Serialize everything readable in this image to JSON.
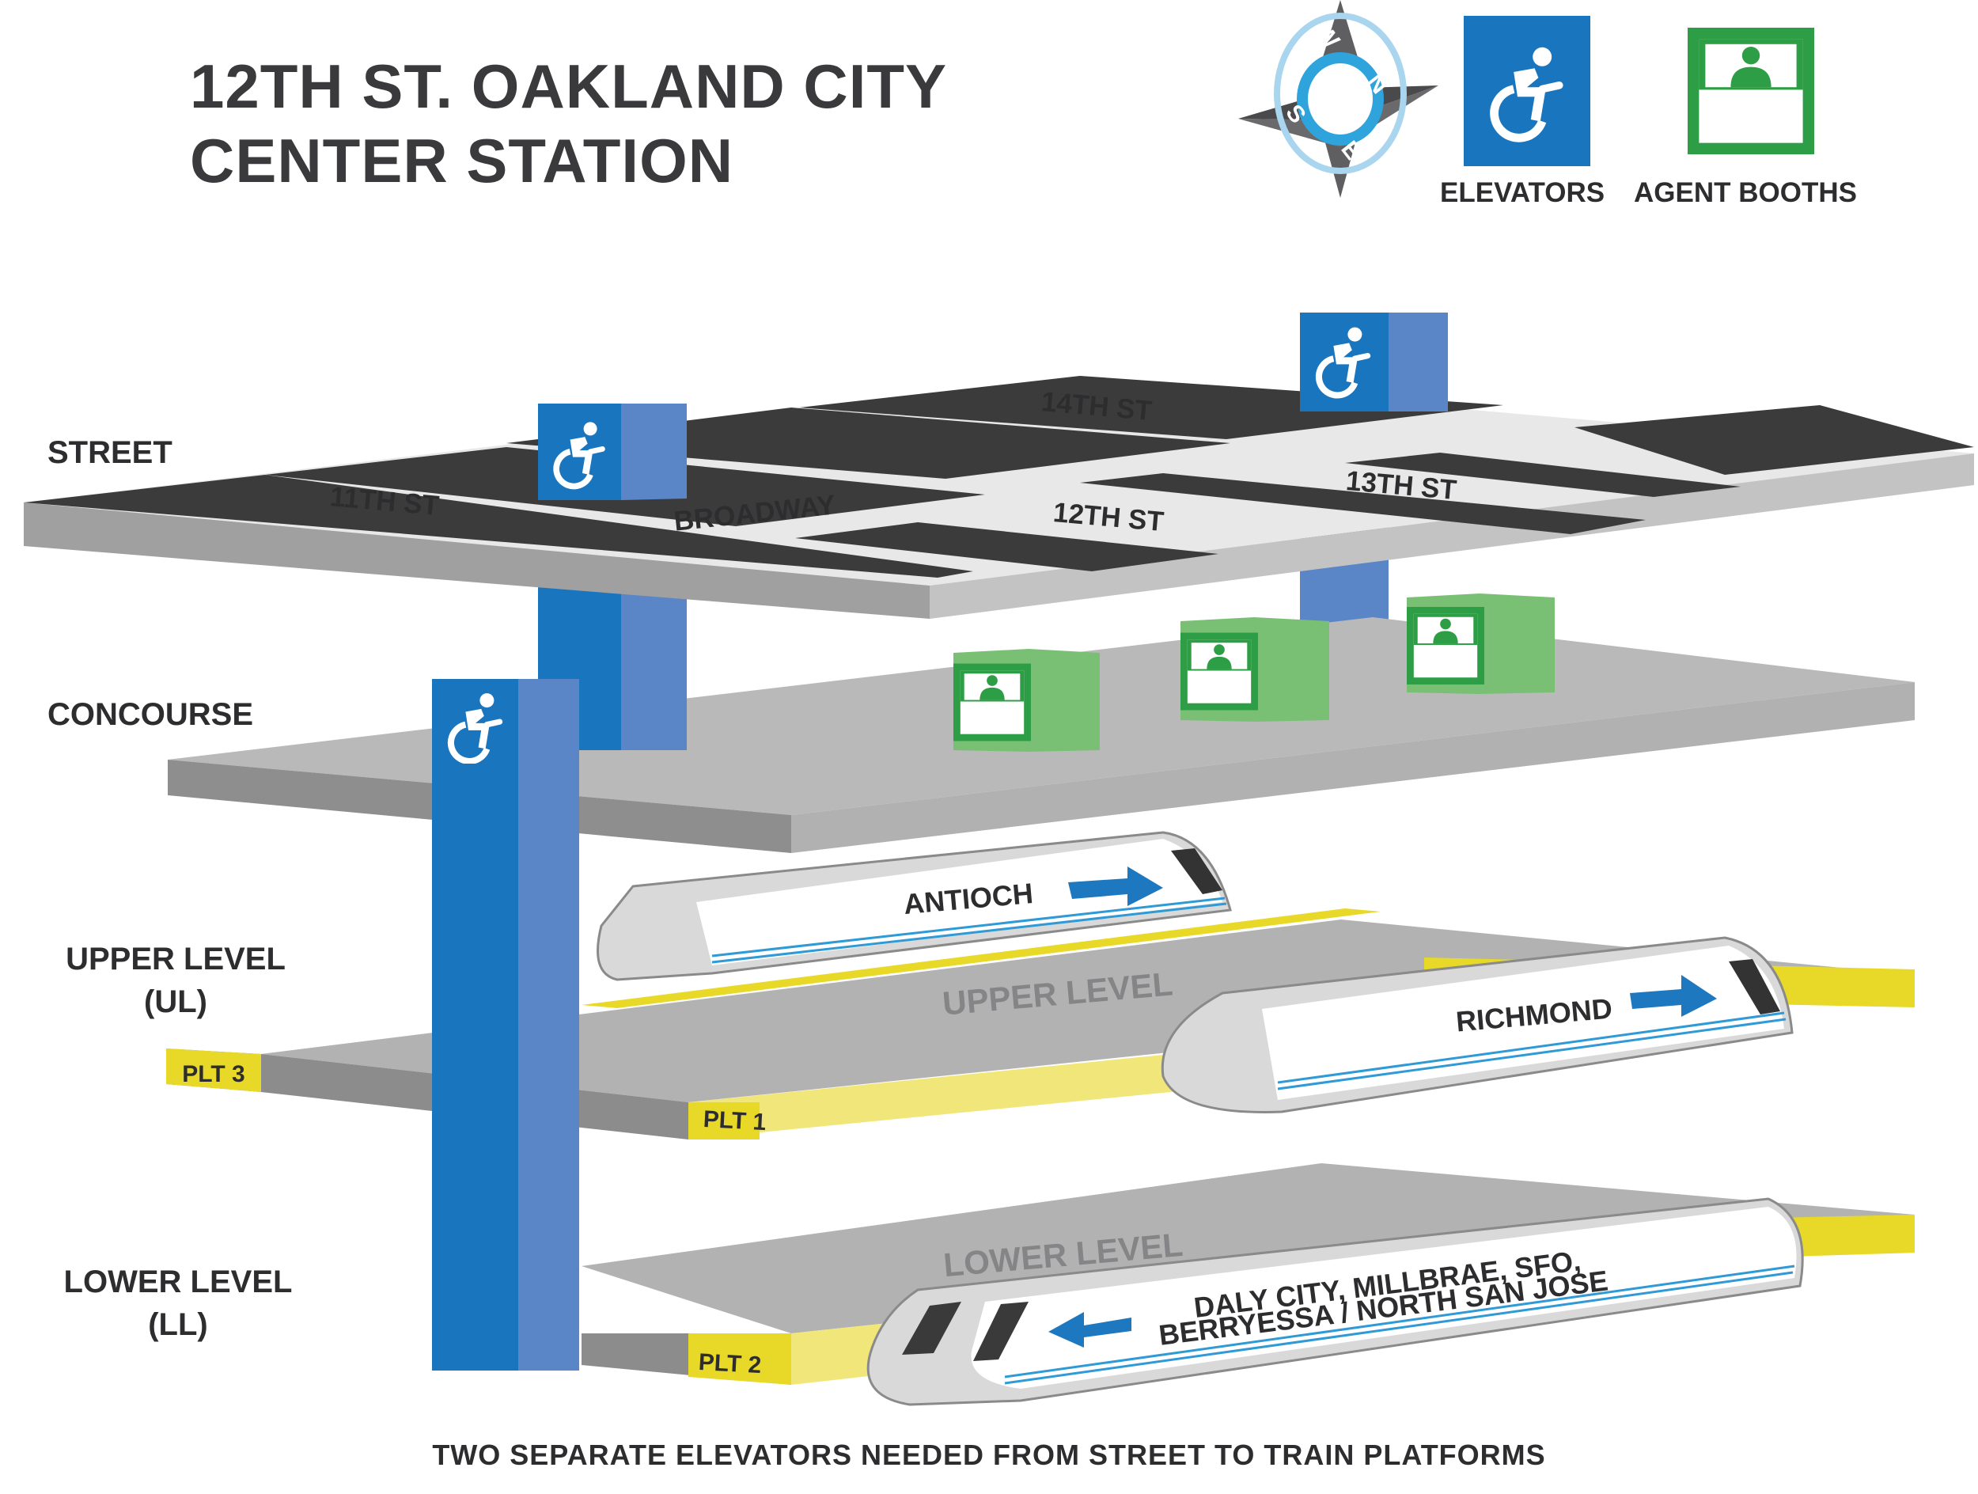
{
  "title": {
    "line1": "12TH ST. OAKLAND CITY",
    "line2": "CENTER STATION"
  },
  "compass": {
    "n": "N",
    "s": "S",
    "e": "E",
    "w": "W"
  },
  "legend": {
    "elevators": "ELEVATORS",
    "agent_booths": "AGENT BOOTHS"
  },
  "levels": {
    "street": "STREET",
    "concourse": "CONCOURSE",
    "upper": {
      "line1": "UPPER LEVEL",
      "line2": "(UL)"
    },
    "lower": {
      "line1": "LOWER LEVEL",
      "line2": "(LL)"
    }
  },
  "streets": {
    "s11": "11TH ST",
    "broadway": "BROADWAY",
    "s12": "12TH ST",
    "s13": "13TH ST",
    "s14": "14TH ST"
  },
  "platforms": {
    "plt1": "PLT 1",
    "plt2": "PLT 2",
    "plt3": "PLT 3"
  },
  "level_floor_labels": {
    "upper": "UPPER LEVEL",
    "lower": "LOWER LEVEL"
  },
  "trains": {
    "antioch": "ANTIOCH",
    "richmond": "RICHMOND",
    "lower_line1": "DALY CITY, MILLBRAE, SFO,",
    "lower_line2": "BERRYESSA / NORTH SAN JOSE"
  },
  "footer": "TWO SEPARATE ELEVATORS NEEDED FROM STREET TO TRAIN PLATFORMS",
  "colors": {
    "elevator_blue": "#1a75bf",
    "elevator_blue_light": "#5a86c8",
    "booth_green": "#2e9e46",
    "booth_green_light": "#79c075",
    "platform_yellow": "#e8d929",
    "floor_gray": "#b4b4b4",
    "street_dark": "#3a3a3a"
  }
}
